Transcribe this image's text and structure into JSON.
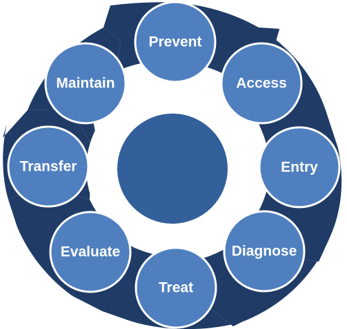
{
  "diagram": {
    "colors": {
      "ring": "#1F3B66",
      "node_fill": "#4F7FBE",
      "node_stroke": "#FFFFFF",
      "center": "#33609A",
      "background": "#FFFFFF"
    },
    "nodes": [
      {
        "label": "Prevent"
      },
      {
        "label": "Access"
      },
      {
        "label": "Entry"
      },
      {
        "label": "Diagnose"
      },
      {
        "label": "Treat"
      },
      {
        "label": "Evaluate"
      },
      {
        "label": "Transfer"
      },
      {
        "label": "Maintain"
      }
    ],
    "center": {
      "label": ""
    }
  }
}
